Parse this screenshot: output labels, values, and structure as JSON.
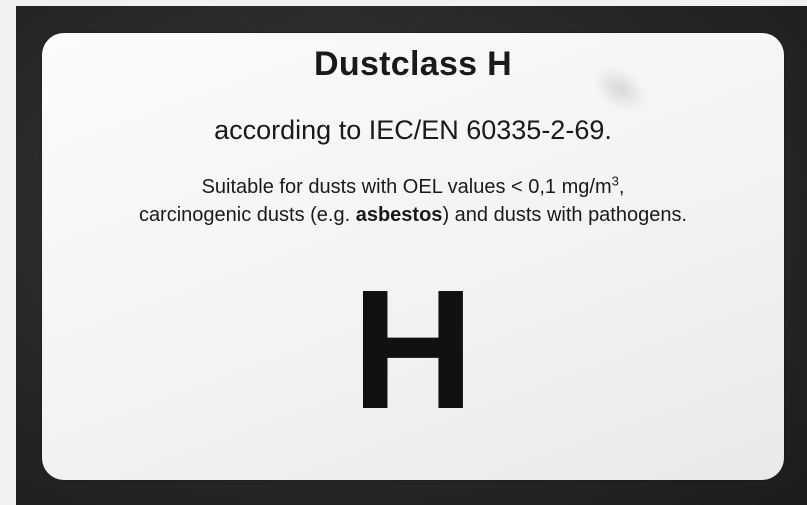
{
  "label": {
    "title": "Dustclass H",
    "standard": "according to IEC/EN 60335-2-69.",
    "description": {
      "part1": "Suitable for dusts with OEL values < 0,1 mg/m",
      "superscript": "3",
      "part2": ",",
      "part3": "carcinogenic dusts (e.g. ",
      "bold_word": "asbestos",
      "part4": ") and dusts with pathogens."
    },
    "class_letter": "H"
  }
}
